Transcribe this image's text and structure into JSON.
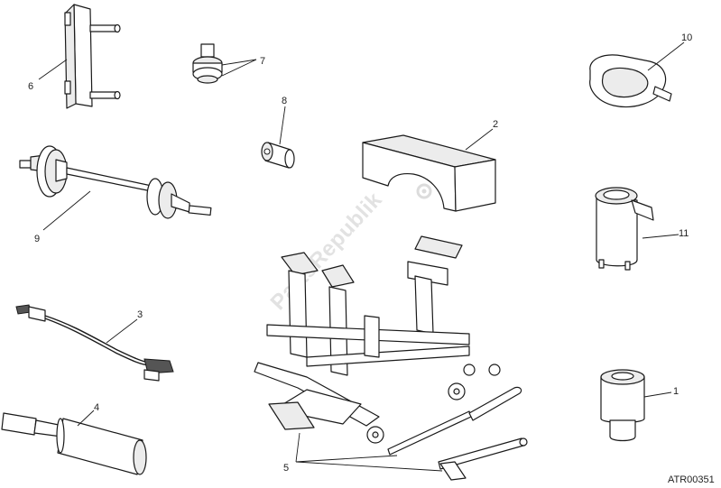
{
  "watermark": "PartsRepublik",
  "diagram_code": "ATR00351",
  "callouts": {
    "c1": "1",
    "c2": "2",
    "c3": "3",
    "c4": "4",
    "c5": "5",
    "c6": "6",
    "c7": "7",
    "c8": "8",
    "c9": "9",
    "c10": "10",
    "c11": "11"
  },
  "colors": {
    "line": "#1a1a1a",
    "watermark": "#e2e2e2",
    "background": "#ffffff"
  }
}
